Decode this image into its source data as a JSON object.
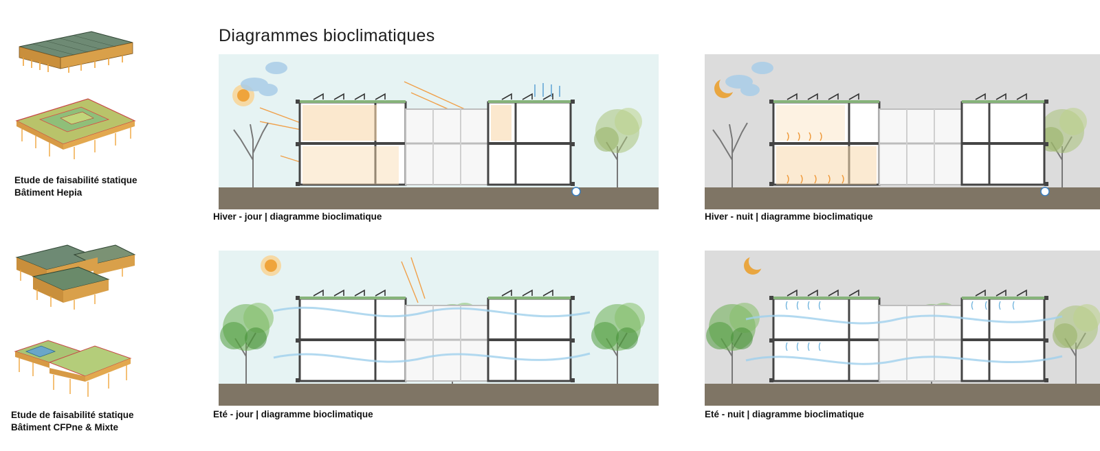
{
  "page": {
    "title": "Diagrammes bioclimatiques"
  },
  "left_column": {
    "group1": {
      "line1": "Etude de faisabilité statique",
      "line2": "Bâtiment Hepia"
    },
    "group2": {
      "line1": "Etude de faisabilité statique",
      "line2": "Bâtiment CFPne & Mixte"
    }
  },
  "diagrams": {
    "winter_day": {
      "caption": "Hiver - jour | diagramme bioclimatique",
      "season": "winter",
      "time": "day",
      "sky": "#e6f3f3"
    },
    "winter_night": {
      "caption": "Hiver - nuit | diagramme bioclimatique",
      "season": "winter",
      "time": "night",
      "sky": "#dcdcdc"
    },
    "summer_day": {
      "caption": "Eté - jour | diagramme bioclimatique",
      "season": "summer",
      "time": "day",
      "sky": "#e6f3f3"
    },
    "summer_night": {
      "caption": "Eté - nuit | diagramme bioclimatique",
      "season": "summer",
      "time": "night",
      "sky": "#dcdcdc"
    }
  },
  "colors": {
    "ground": "#7f7565",
    "heat": "#f2a54a",
    "cool": "#8fc8e6",
    "foliage": "#5ea64a",
    "structure": "#555555"
  }
}
